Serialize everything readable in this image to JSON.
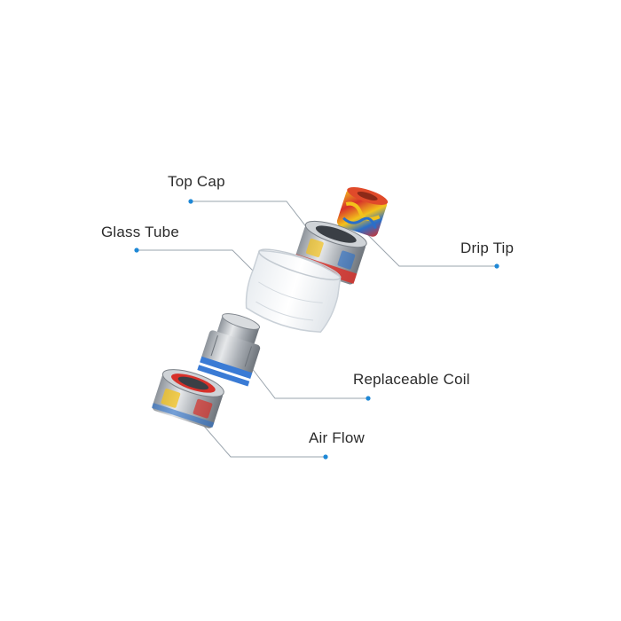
{
  "diagram": {
    "labels": {
      "top_cap": "Top Cap",
      "glass_tube": "Glass Tube",
      "drip_tip": "Drip Tip",
      "replaceable_coil": "Replaceable Coil",
      "air_flow": "Air Flow"
    },
    "colors": {
      "leader_line": "#9aa4ad",
      "leader_dot": "#1e88d6",
      "label_text": "#2b2b2b",
      "resin_red": "#d7312a",
      "resin_yellow": "#f3c21b",
      "resin_blue": "#2a6fc9",
      "steel": "#b9bdc2",
      "coil_ring": "#3a7bd5"
    }
  }
}
